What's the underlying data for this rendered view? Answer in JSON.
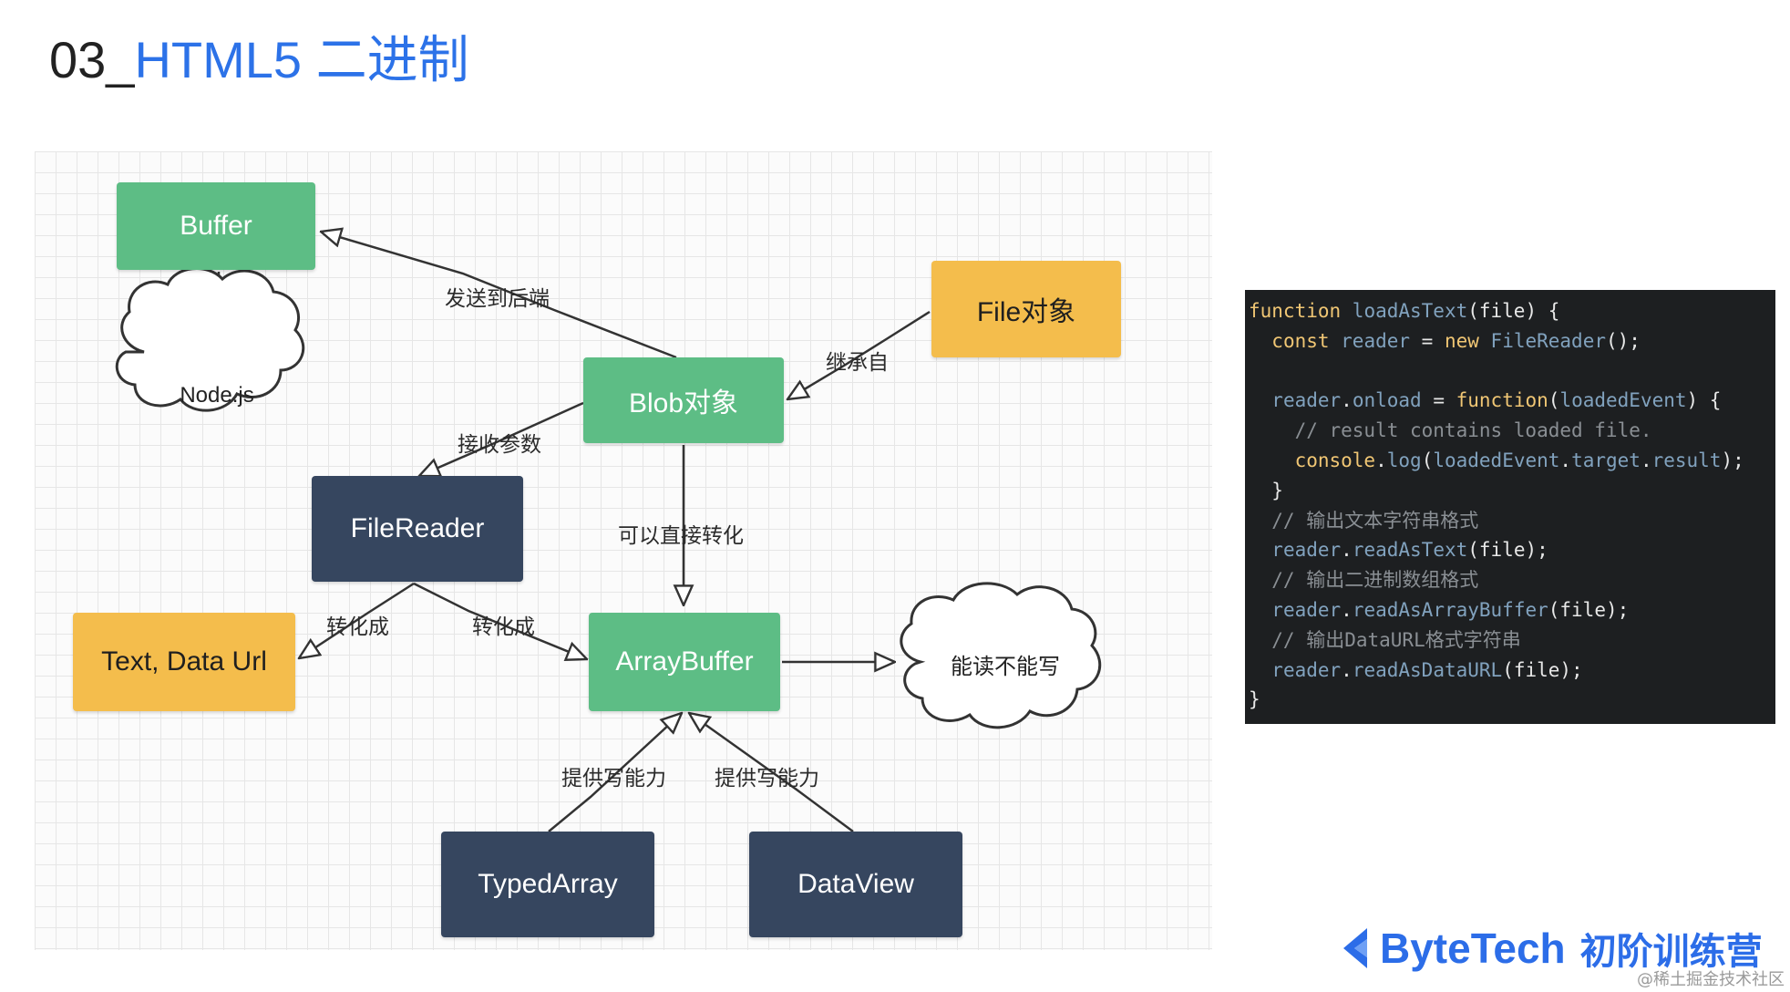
{
  "title": {
    "number": "03_",
    "text": "HTML5 二进制"
  },
  "nodes": {
    "buffer": "Buffer",
    "nodejs": "Node.js",
    "file": "File对象",
    "blob": "Blob对象",
    "filereader": "FileReader",
    "text_dataurl": "Text, Data Url",
    "arraybuffer": "ArrayBuffer",
    "readwrite": "能读不能写",
    "typedarray": "TypedArray",
    "dataview": "DataView"
  },
  "edges": {
    "send_backend": "发送到后端",
    "inherit": "继承自",
    "receive_param": "接收参数",
    "direct_convert": "可以直接转化",
    "convert_to_1": "转化成",
    "convert_to_2": "转化成",
    "write_ability_1": "提供写能力",
    "write_ability_2": "提供写能力"
  },
  "code": {
    "lines": [
      [
        [
          "k",
          "function "
        ],
        [
          "f",
          "loadAsText"
        ],
        [
          "p",
          "(file) {"
        ]
      ],
      [
        [
          "p",
          "  "
        ],
        [
          "k",
          "const "
        ],
        [
          "f",
          "reader "
        ],
        [
          "p",
          "= "
        ],
        [
          "k",
          "new "
        ],
        [
          "f",
          "FileReader"
        ],
        [
          "p",
          "();"
        ]
      ],
      [
        [
          "p",
          ""
        ]
      ],
      [
        [
          "p",
          "  "
        ],
        [
          "f",
          "reader"
        ],
        [
          "p",
          "."
        ],
        [
          "f",
          "onload "
        ],
        [
          "p",
          "= "
        ],
        [
          "k",
          "function"
        ],
        [
          "p",
          "("
        ],
        [
          "f",
          "loadedEvent"
        ],
        [
          "p",
          ") {"
        ]
      ],
      [
        [
          "c",
          "    // result contains loaded file."
        ]
      ],
      [
        [
          "p",
          "    "
        ],
        [
          "k",
          "console"
        ],
        [
          "p",
          "."
        ],
        [
          "f",
          "log"
        ],
        [
          "p",
          "("
        ],
        [
          "f",
          "loadedEvent"
        ],
        [
          "p",
          "."
        ],
        [
          "f",
          "target"
        ],
        [
          "p",
          "."
        ],
        [
          "f",
          "result"
        ],
        [
          "p",
          ");"
        ]
      ],
      [
        [
          "p",
          "  }"
        ]
      ],
      [
        [
          "c",
          "  // 输出文本字符串格式"
        ]
      ],
      [
        [
          "p",
          "  "
        ],
        [
          "f",
          "reader"
        ],
        [
          "p",
          "."
        ],
        [
          "f",
          "readAsText"
        ],
        [
          "p",
          "(file);"
        ]
      ],
      [
        [
          "c",
          "  // 输出二进制数组格式"
        ]
      ],
      [
        [
          "p",
          "  "
        ],
        [
          "f",
          "reader"
        ],
        [
          "p",
          "."
        ],
        [
          "f",
          "readAsArrayBuffer"
        ],
        [
          "p",
          "(file);"
        ]
      ],
      [
        [
          "c",
          "  // 输出DataURL格式字符串"
        ]
      ],
      [
        [
          "p",
          "  "
        ],
        [
          "f",
          "reader"
        ],
        [
          "p",
          "."
        ],
        [
          "f",
          "readAsDataURL"
        ],
        [
          "p",
          "(file);"
        ]
      ],
      [
        [
          "p",
          "}"
        ]
      ]
    ]
  },
  "brand": {
    "name": "ByteTech",
    "subtitle": "初阶训练营"
  },
  "watermark": "@稀土掘金技术社区",
  "colors": {
    "title_accent": "#2c72e8",
    "node_green": "#5dbd85",
    "node_navy": "#36465f",
    "node_yellow": "#f4bd4c",
    "code_bg": "#1d1f21",
    "brand_blue": "#2c6de8"
  }
}
